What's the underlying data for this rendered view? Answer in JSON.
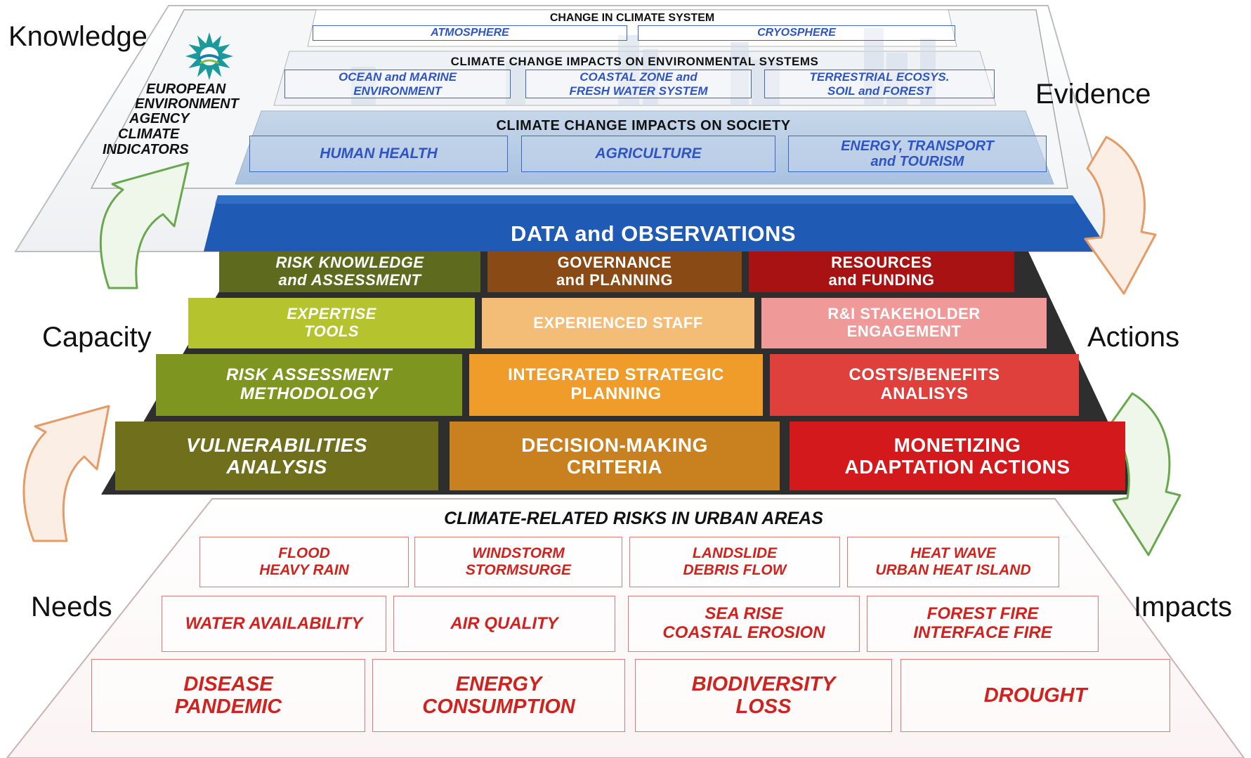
{
  "side_labels": {
    "knowledge": "Knowledge",
    "evidence": "Evidence",
    "capacity": "Capacity",
    "actions": "Actions",
    "needs": "Needs",
    "impacts": "Impacts"
  },
  "eea": {
    "lines": [
      "EUROPEAN",
      "ENVIRONMENT",
      "AGENCY",
      "CLIMATE",
      "INDICATORS"
    ],
    "logo_color": "#1a9a9a"
  },
  "top_layer": {
    "climate_system": {
      "title": "CHANGE IN CLIMATE SYSTEM",
      "items": [
        "ATMOSPHERE",
        "CRYOSPHERE"
      ]
    },
    "environmental": {
      "title": "CLIMATE CHANGE IMPACTS ON ENVIRONMENTAL SYSTEMS",
      "items": [
        "OCEAN and MARINE\nENVIRONMENT",
        "COASTAL ZONE and\nFRESH WATER SYSTEM",
        "TERRESTRIAL ECOSYS.\nSOIL and FOREST"
      ]
    },
    "society": {
      "title": "CLIMATE CHANGE IMPACTS ON SOCIETY",
      "items": [
        "HUMAN HEALTH",
        "AGRICULTURE",
        "ENERGY, TRANSPORT\nand TOURISM"
      ]
    }
  },
  "data_band": {
    "label": "DATA and OBSERVATIONS",
    "color": "#1f5bb5"
  },
  "middle_layer": {
    "columns": [
      {
        "header": "RISK KNOWLEDGE\nand ASSESSMENT",
        "cells": [
          "EXPERTISE\nTOOLS",
          "RISK ASSESSMENT\nMETHODOLOGY",
          "VULNERABILITIES\nANALYSIS"
        ]
      },
      {
        "header": "GOVERNANCE\nand PLANNING",
        "cells": [
          "EXPERIENCED STAFF",
          "INTEGRATED STRATEGIC\nPLANNING",
          "DECISION-MAKING\nCRITERIA"
        ]
      },
      {
        "header": "RESOURCES\nand FUNDING",
        "cells": [
          "R&I STAKEHOLDER\nENGAGEMENT",
          "COSTS/BENEFITS\nANALISYS",
          "MONETIZING\nADAPTATION ACTIONS"
        ]
      }
    ],
    "colors": {
      "green": [
        "#5e6b1f",
        "#b5c42e",
        "#7e961f",
        "#6f6f1c"
      ],
      "orange": [
        "#8a4a16",
        "#f3bd77",
        "#ef9c2b",
        "#c9801f"
      ],
      "red": [
        "#a81212",
        "#ef9a98",
        "#e0403c",
        "#d3191b"
      ]
    }
  },
  "bottom_layer": {
    "title": "CLIMATE-RELATED RISKS IN URBAN AREAS",
    "rows": [
      [
        "FLOOD\nHEAVY RAIN",
        "WINDSTORM\nSTORMSURGE",
        "LANDSLIDE\nDEBRIS FLOW",
        "HEAT WAVE\nURBAN HEAT ISLAND"
      ],
      [
        "WATER AVAILABILITY",
        "AIR QUALITY",
        "SEA RISE\nCOASTAL EROSION",
        "FOREST FIRE\nINTERFACE FIRE"
      ],
      [
        "DISEASE\nPANDEMIC",
        "ENERGY\nCONSUMPTION",
        "BIODIVERSITY\nLOSS",
        "DROUGHT"
      ]
    ]
  }
}
